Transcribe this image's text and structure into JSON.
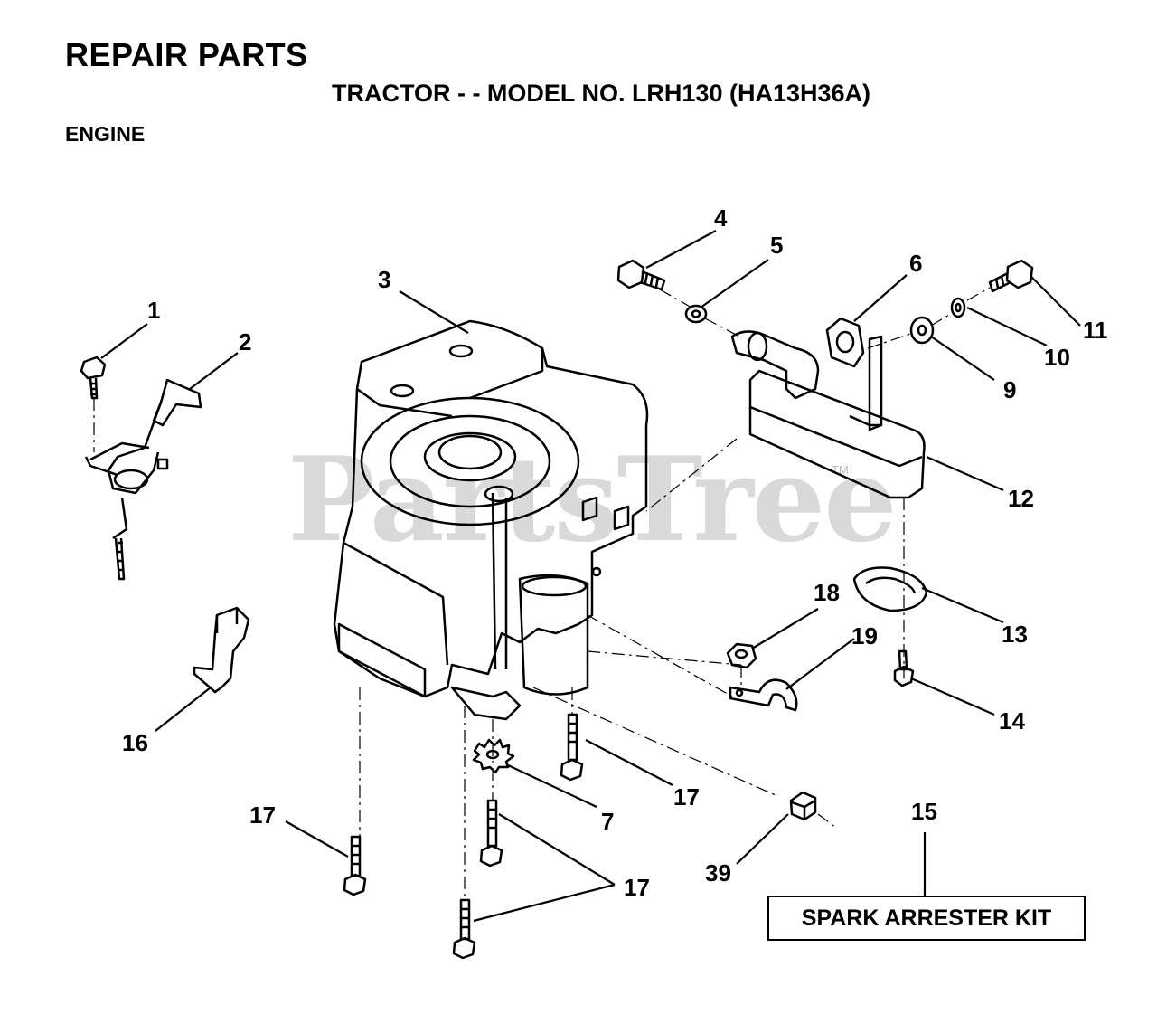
{
  "header": {
    "title": "REPAIR PARTS",
    "subtitle": "TRACTOR - - MODEL NO. LRH130 (HA13H36A)",
    "section": "ENGINE"
  },
  "watermark": {
    "text": "PartsTree",
    "tm": "TM"
  },
  "callouts": {
    "c1": "1",
    "c2": "2",
    "c3": "3",
    "c4": "4",
    "c5": "5",
    "c6": "6",
    "c7": "7",
    "c9": "9",
    "c10": "10",
    "c11": "11",
    "c12": "12",
    "c13": "13",
    "c14": "14",
    "c15": "15",
    "c16": "16",
    "c17a": "17",
    "c17b": "17",
    "c17c": "17",
    "c18": "18",
    "c19": "19",
    "c39": "39"
  },
  "kit_label": "SPARK ARRESTER KIT",
  "colors": {
    "line": "#000000",
    "watermark": "#d9d9d9"
  }
}
